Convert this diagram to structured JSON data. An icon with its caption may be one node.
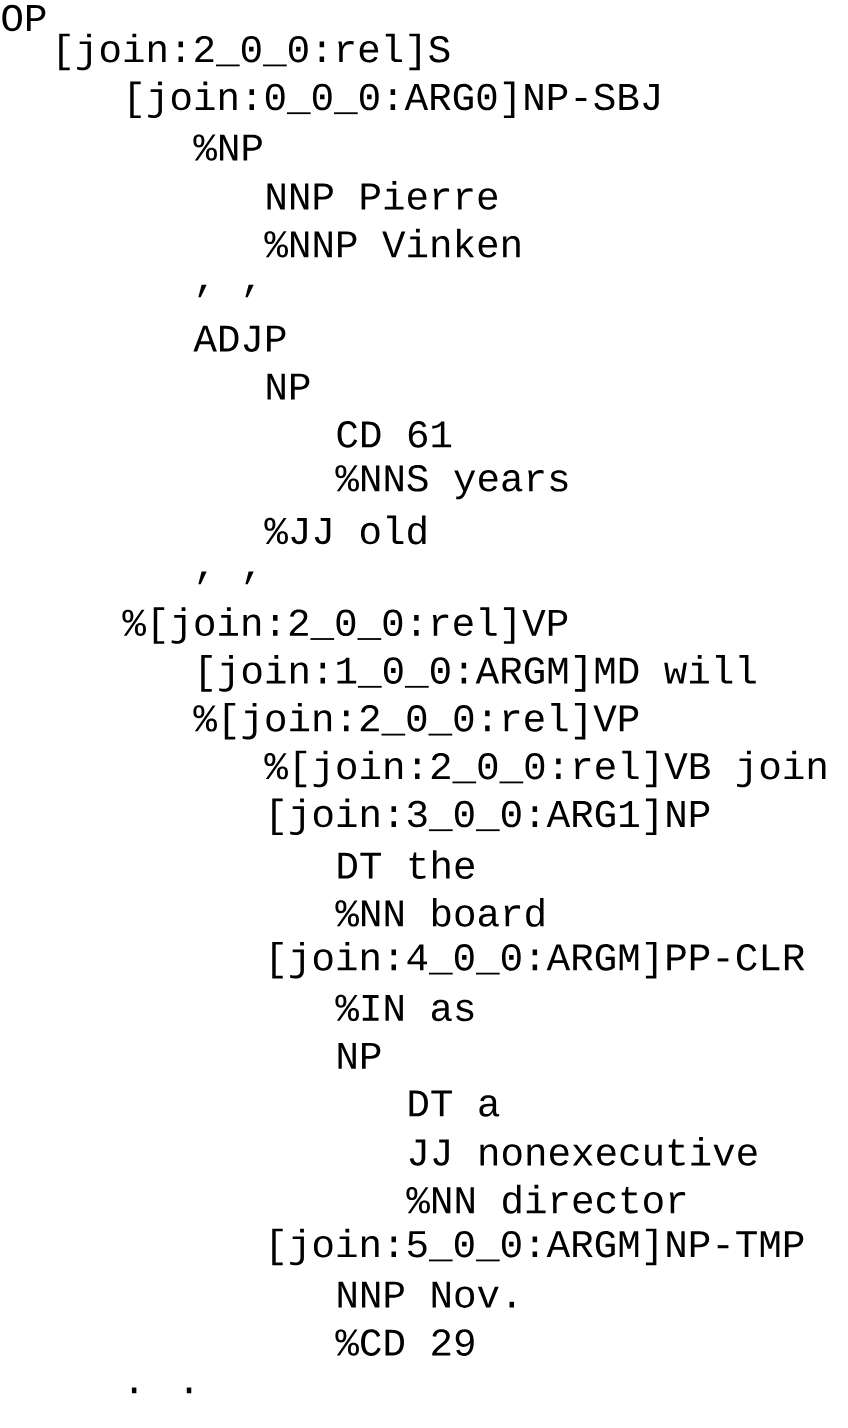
{
  "diagram": {
    "labels": [
      "OP",
      "[join:2_0_0:rel]S",
      "[join:0_0_0:ARG0]NP-SBJ",
      "%NP",
      "NNP Pierre",
      "%NNP Vinken",
      ", ,",
      "ADJP",
      "NP",
      "CD 61",
      "%NNS years",
      "%JJ old",
      ", ,",
      "%[join:2_0_0:rel]VP",
      "[join:1_0_0:ARGM]MD will",
      "%[join:2_0_0:rel]VP",
      "%[join:2_0_0:rel]VB join",
      "[join:3_0_0:ARG1]NP",
      "DT the",
      "%NN board",
      "[join:4_0_0:ARGM]PP-CLR",
      "%IN as",
      "NP",
      "DT a",
      "JJ nonexecutive",
      "%NN director",
      "[join:5_0_0:ARGM]NP-TMP",
      "NNP Nov.",
      "%CD 29",
      ". ."
    ]
  }
}
